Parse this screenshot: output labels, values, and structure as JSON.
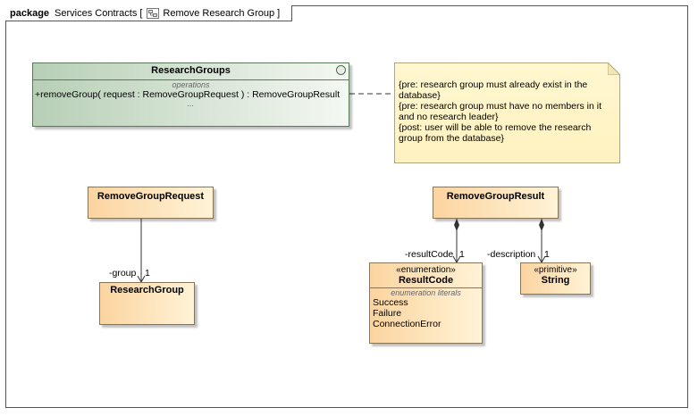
{
  "diagram": {
    "frame_keyword": "package",
    "frame_name": "Services Contracts",
    "diagram_name": "Remove Research Group"
  },
  "interface": {
    "name": "ResearchGroups",
    "section_label": "operations",
    "operation": "+removeGroup( request : RemoveGroupRequest ) : RemoveGroupResult",
    "ellipsis": "..."
  },
  "note": {
    "lines": [
      "{pre: research group must already exist in the",
      "database}",
      "{pre: research group must have no members in it",
      "and no research leader}",
      "{post: user will be able to remove the research",
      "group from the database}"
    ]
  },
  "classes": {
    "remove_group_request": "RemoveGroupRequest",
    "research_group": "ResearchGroup",
    "remove_group_result": "RemoveGroupResult"
  },
  "enumeration": {
    "stereotype": "«enumeration»",
    "name": "ResultCode",
    "section_label": "enumeration literals",
    "literals": [
      "Success",
      "Failure",
      "ConnectionError"
    ]
  },
  "primitive": {
    "stereotype": "«primitive»",
    "name": "String"
  },
  "associations": {
    "group_role": "-group",
    "group_mult": "1",
    "result_code_role": "-resultCode",
    "result_code_mult": "1",
    "description_role": "-description",
    "description_mult": "1"
  },
  "colors": {
    "class_fill_start": "#fbd4a0",
    "class_fill_end": "#fff3d6",
    "interface_fill_start": "#b7cfb6",
    "note_fill": "#fff7d0"
  }
}
